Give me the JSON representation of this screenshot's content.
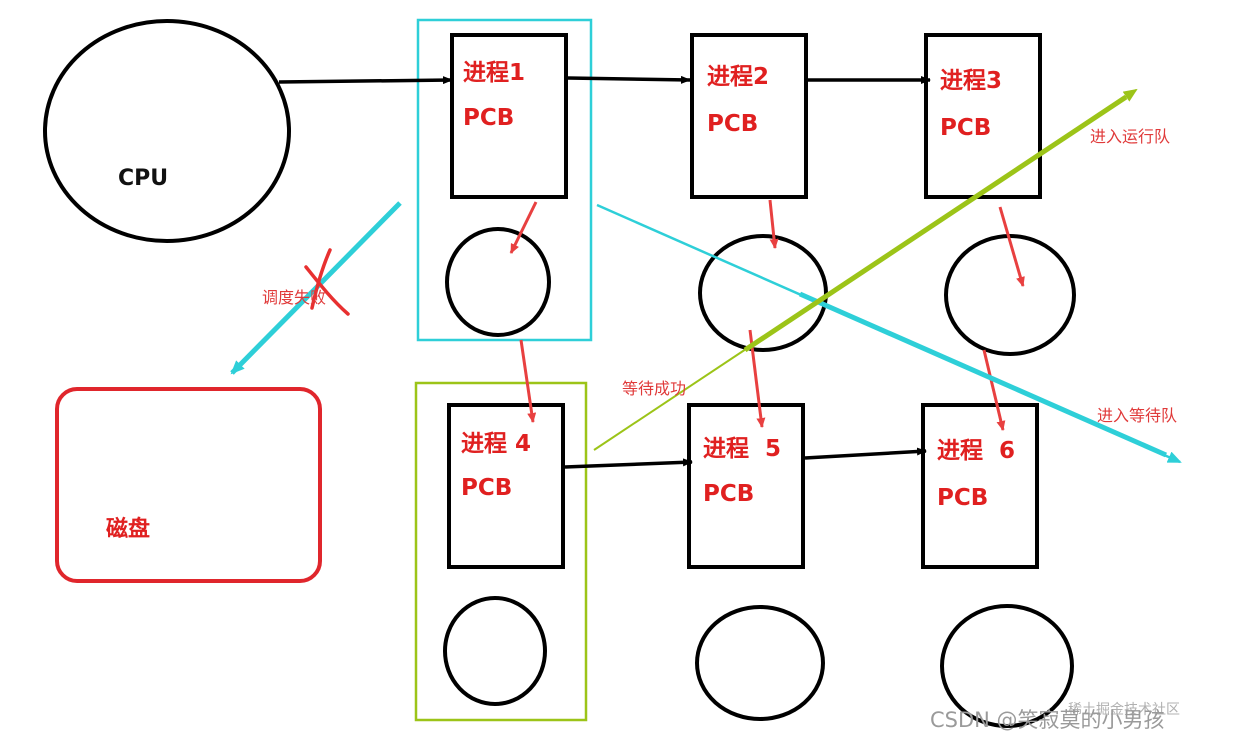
{
  "cpu": {
    "label": "CPU"
  },
  "disk": {
    "label": "磁盘"
  },
  "processes": [
    {
      "name": "进程1",
      "pcb": "PCB"
    },
    {
      "name": "进程2",
      "pcb": "PCB"
    },
    {
      "name": "进程3",
      "pcb": "PCB"
    },
    {
      "name": "进程 4",
      "pcb": "PCB"
    },
    {
      "name": "进程  5",
      "pcb": "PCB"
    },
    {
      "name": "进程  6",
      "pcb": "PCB"
    }
  ],
  "annotations": {
    "schedule_fail": "调度失败",
    "wait_success": "等待成功",
    "enter_run_queue": "进入运行队",
    "enter_wait_queue": "进入等待队"
  },
  "watermark": {
    "main": "CSDN @笑寂莫的小男孩",
    "overlay": "稀土掘金技术社区"
  },
  "colors": {
    "stroke": "#000000",
    "process_red": "#e02020",
    "cyan": "#2ecfd8",
    "green": "#9cc418",
    "disk_red": "#e0262c",
    "arrow_red": "#e84040"
  }
}
